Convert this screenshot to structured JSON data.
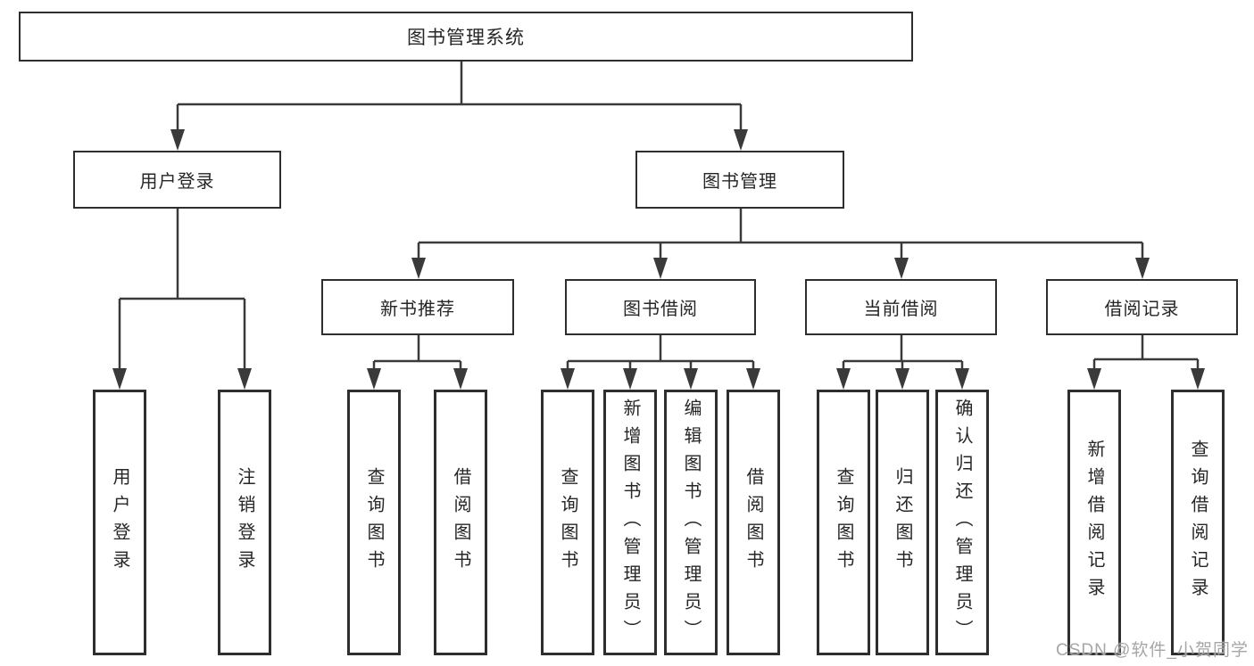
{
  "diagram_type": "tree",
  "tree": {
    "label": "图书管理系统",
    "children": [
      {
        "label": "用户登录",
        "children": [
          {
            "label": "用户登录"
          },
          {
            "label": "注销登录"
          }
        ]
      },
      {
        "label": "图书管理",
        "children": [
          {
            "label": "新书推荐",
            "children": [
              {
                "label": "查询图书"
              },
              {
                "label": "借阅图书"
              }
            ]
          },
          {
            "label": "图书借阅",
            "children": [
              {
                "label": "查询图书"
              },
              {
                "label": "新增图书（管理员）"
              },
              {
                "label": "编辑图书（管理员）"
              },
              {
                "label": "借阅图书"
              }
            ]
          },
          {
            "label": "当前借阅",
            "children": [
              {
                "label": "查询图书"
              },
              {
                "label": "归还图书"
              },
              {
                "label": "确认归还（管理员）"
              }
            ]
          },
          {
            "label": "借阅记录",
            "children": [
              {
                "label": "新增借阅记录"
              },
              {
                "label": "查询借阅记录"
              }
            ]
          }
        ]
      }
    ]
  },
  "watermark": "CSDN @软件_小贺同学",
  "colors": {
    "background": "#ffffff",
    "line": "#3a3a3a",
    "box_border": "#2e2e2e",
    "text": "#262626",
    "watermark": "#9e9e9e"
  }
}
